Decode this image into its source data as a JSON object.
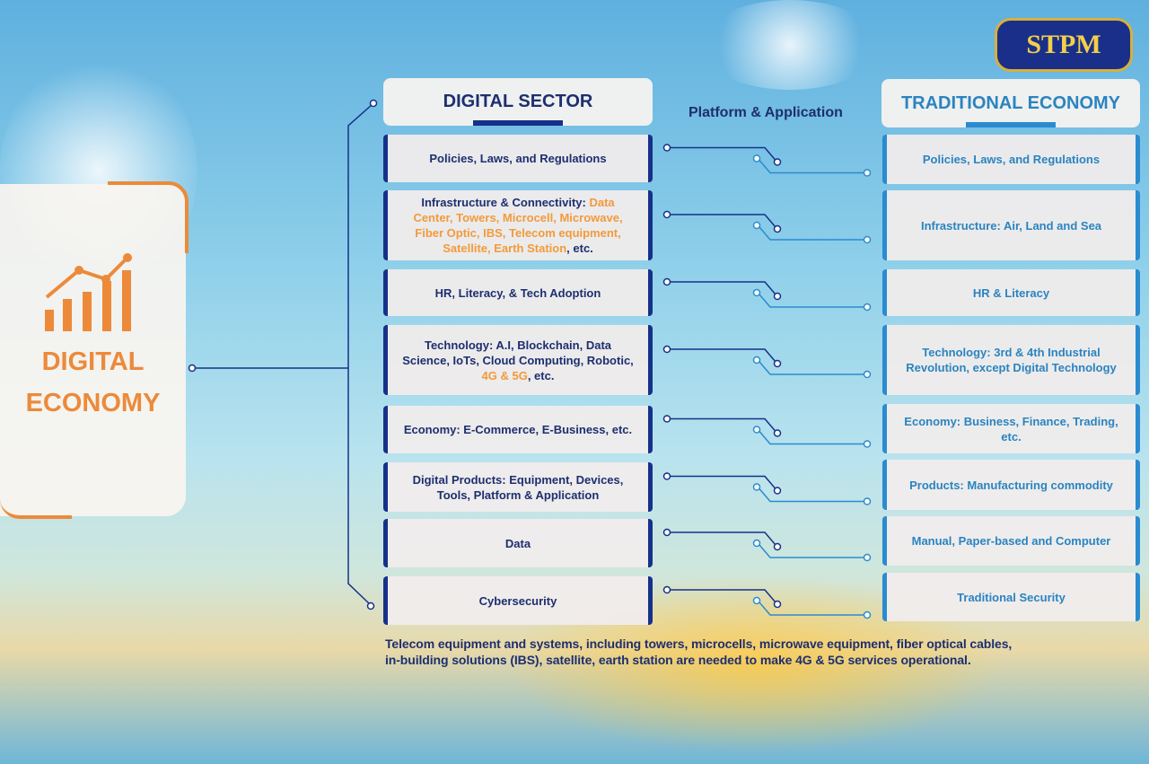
{
  "logo": "STPM",
  "left_panel": {
    "line1": "DIGITAL",
    "line2": "ECONOMY",
    "icon": "rising-bar-chart-icon"
  },
  "digital_sector": {
    "title": "DIGITAL SECTOR",
    "items": [
      [
        {
          "t": "Policies, Laws, and Regulations"
        }
      ],
      [
        {
          "t": "Infrastructure & Connectivity: "
        },
        {
          "t": "Data Center, Towers,  Microcell, Microwave, Fiber Optic, IBS, Telecom equipment, Satellite, Earth Station",
          "o": 1
        },
        {
          "t": ", etc."
        }
      ],
      [
        {
          "t": "HR, Literacy, & Tech Adoption"
        }
      ],
      [
        {
          "t": "Technology: A.I, Blockchain, Data Science, IoTs, Cloud Computing, Robotic, "
        },
        {
          "t": "4G & 5G",
          "o": 1
        },
        {
          "t": ", etc."
        }
      ],
      [
        {
          "t": "Economy: E-Commerce, E-Business, etc."
        }
      ],
      [
        {
          "t": "Digital Products: Equipment, Devices, Tools, Platform & Application"
        }
      ],
      [
        {
          "t": "Data"
        }
      ],
      [
        {
          "t": "Cybersecurity"
        }
      ]
    ]
  },
  "connector_label": "Platform & Application",
  "traditional_economy": {
    "title": "TRADITIONAL ECONOMY",
    "items": [
      "Policies, Laws, and Regulations",
      "Infrastructure: Air, Land and Sea",
      "HR & Literacy",
      "Technology: 3rd & 4th Industrial Revolution, except Digital Technology",
      "Economy: Business, Finance, Trading, etc.",
      "Products: Manufacturing commodity",
      "Manual, Paper-based and Computer",
      "Traditional Security"
    ]
  },
  "footer": {
    "line1": "Telecom equipment and systems, including towers, microcells, microwave equipment, fiber optical cables,",
    "line2": "in-building solutions (IBS), satellite, earth station are needed to make 4G & 5G services operational."
  },
  "colors": {
    "navy": "#1d2f6f",
    "orange": "#ec8a3a",
    "blue": "#2a84c0"
  }
}
